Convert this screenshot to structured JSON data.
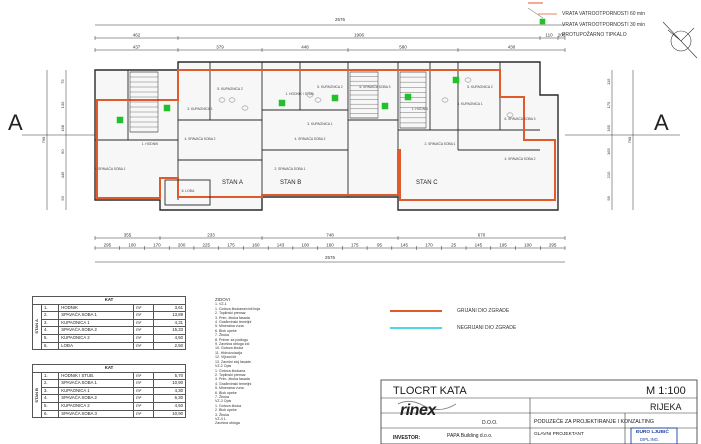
{
  "legend_top": {
    "items": [
      {
        "label": "VRATA VATROOTPORNOSTI 60 min"
      },
      {
        "label": "VRATA VATROOTPORNOSTI 30 min"
      },
      {
        "label": "PROTUPOŽARNO TIPKALO"
      }
    ]
  },
  "section_marks": {
    "left": "A",
    "right": "A"
  },
  "dimensions": {
    "top_total": "2576",
    "top_row1": [
      "462",
      "1906",
      "110",
      "200"
    ],
    "top_row2": [
      "437",
      "379",
      "448",
      "580",
      "430"
    ],
    "bottom_row1": [
      "355",
      "233",
      "748",
      "670"
    ],
    "bottom_row2": [
      "295",
      "100",
      "170",
      "200",
      "225",
      "175",
      "160",
      "143",
      "100",
      "160",
      "175",
      "95",
      "145",
      "170",
      "25",
      "145",
      "195",
      "100",
      "295"
    ],
    "bottom_total": "2576",
    "left_side": [
      "79",
      "130",
      "168",
      "60",
      "445",
      "93"
    ],
    "left_total": "768",
    "right_side": [
      "115",
      "175",
      "165",
      "165",
      "210",
      "99"
    ],
    "right_total": "768"
  },
  "units": {
    "a": "STAN A",
    "b": "STAN B",
    "c": "STAN C"
  },
  "rooms": [
    "1. HODNIK",
    "2. SPAVAĆA SOBA 1",
    "3. KUPAONICA 1",
    "4. SPAVAĆA SOBA 2",
    "5. KUPAONICA 2",
    "6. LOĐA",
    "1. HODNIK I STUB.",
    "2. SPAVAĆA SOBA 1",
    "3. KUPAONICA 1",
    "4. SPAVAĆA SOBA 2",
    "5. KUPAONICA 2",
    "6. SPAVAĆA SOBA 3",
    "1. HODNIK",
    "2. SPAVAĆA SOBA 1",
    "3. KUPAONICA 1",
    "4. SPAVAĆA SOBA 2",
    "5. KUPAONICA 2",
    "6. SPAVAĆA SOBA 3"
  ],
  "kat_table_a": {
    "header": "KAT",
    "side_label": "STAN A",
    "rows": [
      {
        "no": "1.",
        "name": "HODNIK",
        "unit": "m²",
        "val": "3,61"
      },
      {
        "no": "2.",
        "name": "SPAVAĆA SOBA 1",
        "unit": "m²",
        "val": "13,89"
      },
      {
        "no": "3.",
        "name": "KUPAONICA 1",
        "unit": "m²",
        "val": "4,31"
      },
      {
        "no": "4.",
        "name": "SPAVAĆA SOBA 2",
        "unit": "m²",
        "val": "15,33"
      },
      {
        "no": "5.",
        "name": "KUPAONICA 2",
        "unit": "m²",
        "val": "4,50"
      },
      {
        "no": "6.",
        "name": "LOĐA",
        "unit": "m²",
        "val": "2,50"
      }
    ]
  },
  "kat_table_b": {
    "header": "KAT",
    "side_label": "STAN B",
    "rows": [
      {
        "no": "1.",
        "name": "HODNIK I STUB.",
        "unit": "m²",
        "val": "5,70"
      },
      {
        "no": "2.",
        "name": "SPAVAĆA SOBA 1",
        "unit": "m²",
        "val": "10,90"
      },
      {
        "no": "3.",
        "name": "KUPAONICA 1",
        "unit": "m²",
        "val": "4,30"
      },
      {
        "no": "4.",
        "name": "SPAVAĆA SOBA 2",
        "unit": "m²",
        "val": "6,30"
      },
      {
        "no": "5.",
        "name": "KUPAONICA 2",
        "unit": "m²",
        "val": "4,50"
      },
      {
        "no": "6.",
        "name": "SPAVAĆA SOBA 3",
        "unit": "m²",
        "val": "10,90"
      }
    ]
  },
  "notes": {
    "title": "ZIDOVI",
    "lines": [
      "1.",
      "VZ-1",
      "1.",
      "Gotova žbukana/vinil boja",
      "2.",
      "Toplinski premaz",
      "3.",
      "Prim. žbuka fasada",
      "4.",
      "Građevinski temeljni",
      "5.",
      "Mineralna vuna",
      "6.",
      "Blok opeke",
      "7.",
      "Žbuka",
      "8.",
      "Primer za podlogu",
      "9.",
      "Završna obloga zid",
      "10.",
      "Gotova žbuka",
      "11.",
      "Hidroizolacija",
      "12.",
      "Vijčani kit",
      "13.",
      "Završni sloj fasade",
      "VZ-2",
      "Opis",
      "1.",
      "Gotova žbukana",
      "2.",
      "Toplinski premaz",
      "3.",
      "Prim. žbuka fasada",
      "4.",
      "Građevinski temeljni",
      "5.",
      "Mineralna vuna",
      "6.",
      "Blok opeke",
      "7.",
      "Žbuka",
      "VZ-3",
      "Opis",
      "1.",
      "Gotova žbuka",
      "2.",
      "Blok opeke",
      "3.",
      "Žbuka",
      "VZ-4",
      "1.",
      "Završna obloga"
    ]
  },
  "legend_bottom": {
    "heated": "GRIJANI DIO ZGRADE",
    "unheated": "NEGRIJANI DIO ZGRADE"
  },
  "title_block": {
    "sheet_title": "TLOCRT KATA",
    "scale": "M 1:100",
    "city": "RIJEKA",
    "company_logo": "rinex",
    "company_suffix": "D.O.O.",
    "company_desc": "PODUZEĆE ZA PROJEKTIRANJE I KONZALTING",
    "investor_label": "INVESTOR:",
    "investor": "PAPA Building d.o.o.",
    "lead_designer_label": "GLAVNI PROJEKTANT",
    "signer": "ĐURO LJUBIĆ",
    "stamp_text": "DIPL.ING."
  },
  "colors": {
    "heated": "#e05a2b",
    "unheated": "#4fd6e6",
    "wall": "#2a2a2a",
    "marker": "#22c02a"
  }
}
